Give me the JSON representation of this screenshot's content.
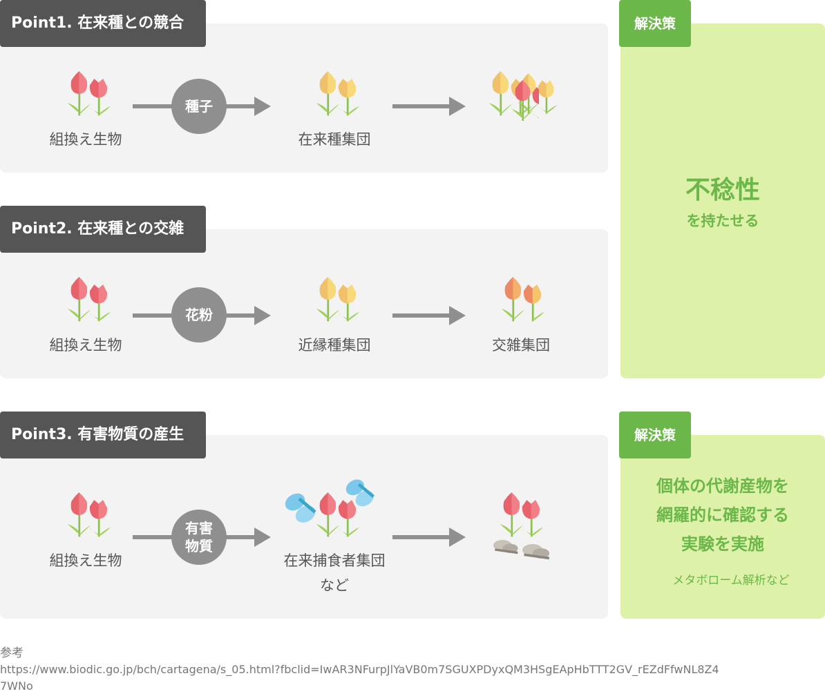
{
  "points": [
    {
      "tag": "Point1. 在来種との競合",
      "source_label": "組換え生物",
      "carrier": "種子",
      "middle_label": "在来種集団",
      "result_label": ""
    },
    {
      "tag": "Point2. 在来種との交雑",
      "source_label": "組換え生物",
      "carrier": "花粉",
      "middle_label": "近縁種集団",
      "result_label": "交雑集団"
    },
    {
      "tag": "Point3. 有害物質の産生",
      "source_label": "組換え生物",
      "carrier_line1": "有害",
      "carrier_line2": "物質",
      "middle_label_line1": "在来捕食者集団",
      "middle_label_line2": "など",
      "result_label": ""
    }
  ],
  "solutions": [
    {
      "tag": "解決策",
      "main": "不稔性",
      "sub": "を持たせる"
    },
    {
      "tag": "解決策",
      "line1": "個体の代謝産物を",
      "line2": "網羅的に確認する",
      "line3": "実験を実施",
      "note": "メタボローム解析など"
    }
  ],
  "footer": {
    "ref_label": "参考",
    "url_line1": "https://www.biodic.go.jp/bch/cartagena/s_05.html?fbclid=IwAR3NFurpJlYaVB0m7SGUXPDyxQM3HSgEApHbTTT2GV_rEZdFfwNL8Z4",
    "url_line2": "7WNo"
  },
  "icons": {
    "gm_tulip": "red-tulip-icon",
    "native_tulip": "yellow-tulip-icon",
    "hybrid_tulip": "orange-tulip-icon",
    "butterfly": "butterfly-icon",
    "dead_butterfly": "dead-butterfly-icon"
  },
  "colors": {
    "panel": "#f3f3f3",
    "tag": "#555555",
    "solution_bg": "#ddf2a8",
    "solution_accent": "#6cb74a",
    "arrow": "#8f8f8f",
    "red_tulip": "#e8626c",
    "yellow_tulip": "#f0c16a",
    "butterfly": "#7cc8ec"
  }
}
